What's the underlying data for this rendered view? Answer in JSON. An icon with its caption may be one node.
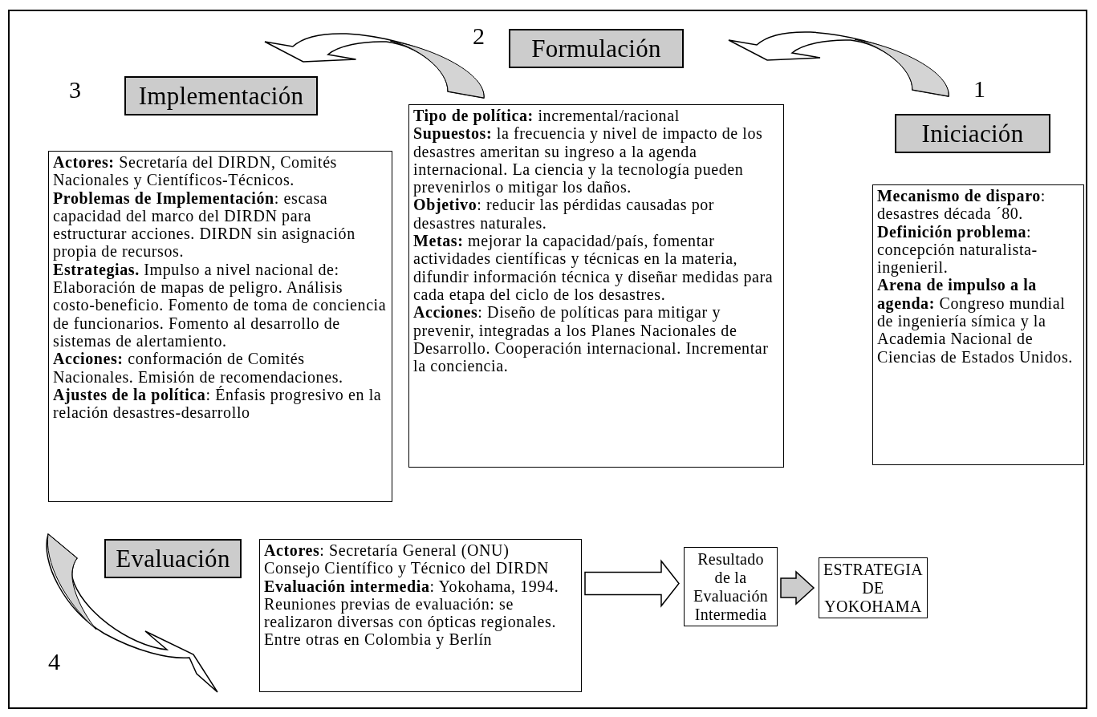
{
  "diagram": {
    "nodes": [
      {
        "text": [
          "Iniciación"
        ],
        "beside": [
          "1"
        ]
      },
      {
        "text": [
          "**Mecanismo de disparo**: desastres década ´80.",
          "**Definición problema**: concepción naturalista-ingenieril.",
          "**Arena de impulso a la agenda:** Congreso mundial de ingeniería símica y la Academia Nacional de Ciencias de Estados Unidos."
        ]
      },
      {
        "text": [
          "Formulación"
        ],
        "beside": [
          "2"
        ]
      },
      {
        "text": [
          "**Tipo de política:** incremental/racional",
          "**Supuestos:** la frecuencia y nivel de impacto de los desastres ameritan su ingreso a la agenda internacional. La ciencia y la tecnología pueden prevenirlos o mitigar los daños.",
          "**Objetivo**: reducir las pérdidas causadas por desastres naturales.",
          "**Metas:** mejorar la capacidad/país, fomentar actividades científicas y técnicas en la materia, difundir información técnica y diseñar medidas para cada etapa del ciclo de los desastres.",
          "**Acciones**: Diseño de políticas para mitigar y prevenir, integradas a los Planes Nacionales de Desarrollo. Cooperación internacional. Incrementar la conciencia."
        ]
      },
      {
        "text": [
          "Implementación"
        ],
        "beside": [
          "3"
        ]
      },
      {
        "text": [
          "**Actores:** Secretaría del DIRDN, Comités Nacionales y Científicos-Técnicos.",
          "**Problemas de Implementación**: escasa capacidad del marco del DIRDN para estructurar acciones.  DIRDN sin asignación propia de recursos.",
          "**Estrategias.** Impulso  a nivel nacional de: Elaboración de mapas de peligro. Análisis costo-beneficio. Fomento de toma de conciencia de funcionarios. Fomento al desarrollo de sistemas de alertamiento.",
          "**Acciones:** conformación de Comités Nacionales. Emisión de recomendaciones.",
          "**Ajustes de la política**: Énfasis progresivo en la relación desastres-desarrollo"
        ]
      },
      {
        "text": [
          "Evaluación"
        ],
        "beside": [
          "4"
        ]
      },
      {
        "text": [
          "**Actores**: Secretaría General (ONU)",
          "Consejo Científico y Técnico del DIRDN",
          "**Evaluación intermedia**: Yokohama, 1994.",
          "Reuniones previas de evaluación: se  realizaron diversas con ópticas regionales. Entre otras en Colombia y Berlín"
        ]
      },
      {
        "text": [
          "Resultado de la Evaluación Intermedia"
        ]
      },
      {
        "text": [
          "ESTRATEGIA DE YOKOHAMA"
        ]
      }
    ],
    "edges": [
      {
        "from": 0,
        "to": 2,
        "arrow": "to"
      },
      {
        "from": 2,
        "to": 4,
        "arrow": "to"
      },
      {
        "from": 7,
        "to": 8,
        "arrow": "to"
      },
      {
        "from": 8,
        "to": 9,
        "arrow": "to",
        "color": "#cccccc"
      }
    ]
  }
}
